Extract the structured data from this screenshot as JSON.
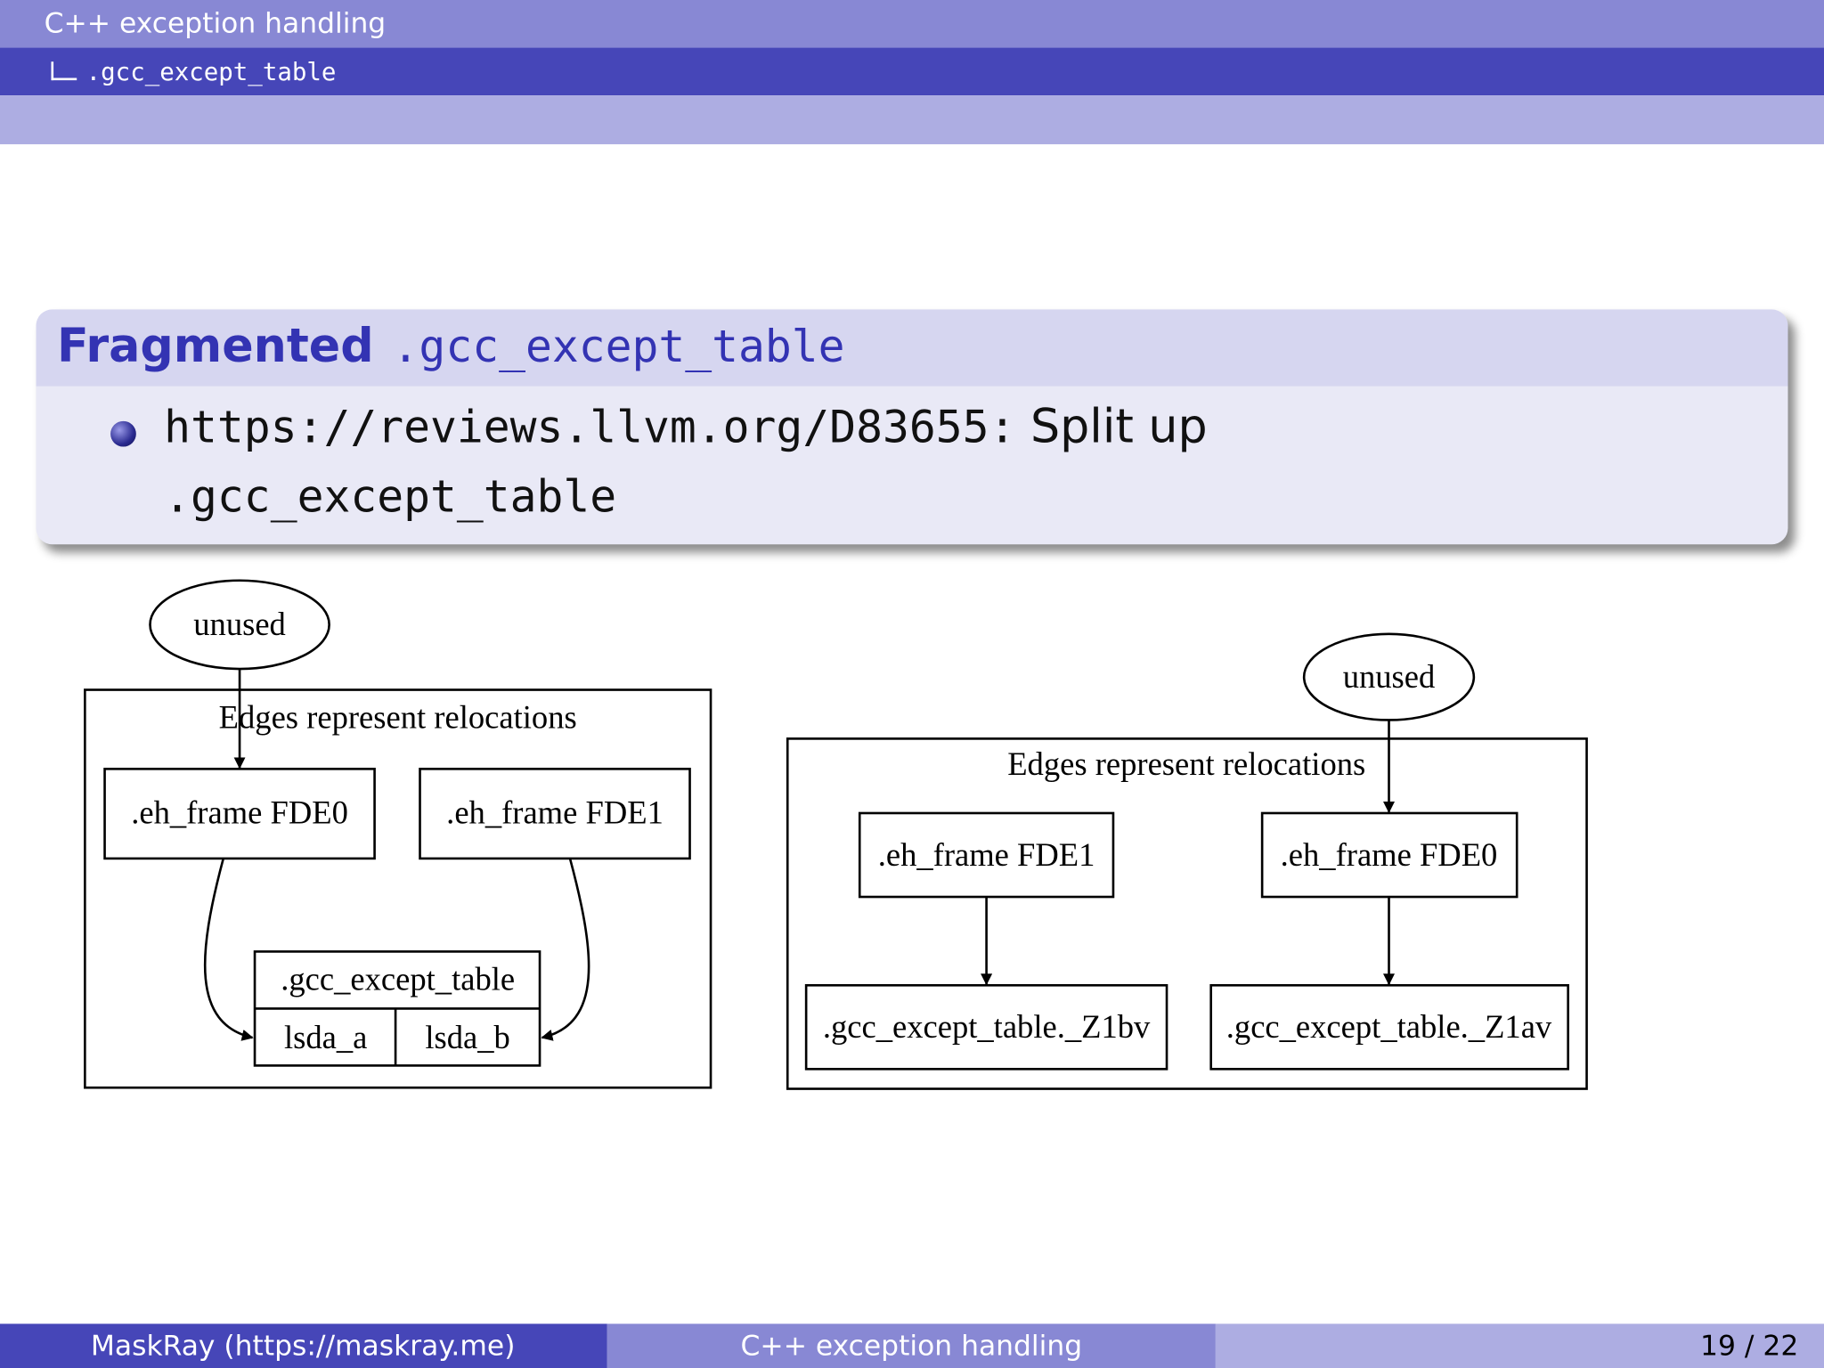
{
  "header": {
    "section": "C++ exception handling",
    "subsection": ".gcc_except_table"
  },
  "block": {
    "title_bold": "Fragmented",
    "title_mono": ".gcc_except_table",
    "bullet": {
      "url": "https://reviews.llvm.org/D83655:",
      "text": " Split up",
      "line2": ".gcc_except_table"
    }
  },
  "diagram_left": {
    "unused": "unused",
    "cluster_label": "Edges represent relocations",
    "fde0": ".eh_frame FDE0",
    "fde1": ".eh_frame FDE1",
    "table": ".gcc_except_table",
    "lsda_a": "lsda_a",
    "lsda_b": "lsda_b"
  },
  "diagram_right": {
    "unused": "unused",
    "cluster_label": "Edges represent relocations",
    "fde1": ".eh_frame FDE1",
    "fde0": ".eh_frame FDE0",
    "z1bv": ".gcc_except_table._Z1bv",
    "z1av": ".gcc_except_table._Z1av"
  },
  "footer": {
    "author": "MaskRay  (https://maskray.me)",
    "title": "C++ exception handling",
    "page": "19 / 22"
  },
  "colors": {
    "header_top": "#8888d4",
    "header_mid": "#4646b8",
    "header_bottom": "#adadE2",
    "block_title": "#3333b3"
  }
}
